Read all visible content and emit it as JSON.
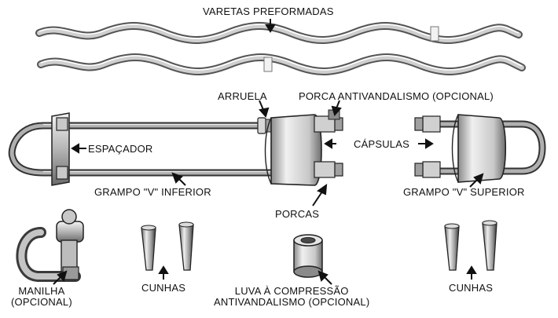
{
  "labels": {
    "varetas": "VARETAS PREFORMADAS",
    "arruela": "ARRUELA",
    "porca_antivandalismo": "PORCA ANTIVANDALISMO (OPCIONAL)",
    "espacador": "ESPAÇADOR",
    "capsulas": "CÁPSULAS",
    "grampo_inferior": "GRAMPO \"V\" INFERIOR",
    "grampo_superior": "GRAMPO \"V\" SUPERIOR",
    "porcas": "PORCAS",
    "manilha_line1": "MANILHA",
    "manilha_line2": "(OPCIONAL)",
    "cunhas_left": "CUNHAS",
    "luva_line1": "LUVA À COMPRESSÃO",
    "luva_line2": "ANTIVANDALISMO (OPCIONAL)",
    "cunhas_right": "CUNHAS"
  },
  "colors": {
    "metal_light": "#e4e4e4",
    "metal_mid": "#a8a8a8",
    "metal_dark": "#4a4a4a",
    "outline": "#222222"
  }
}
